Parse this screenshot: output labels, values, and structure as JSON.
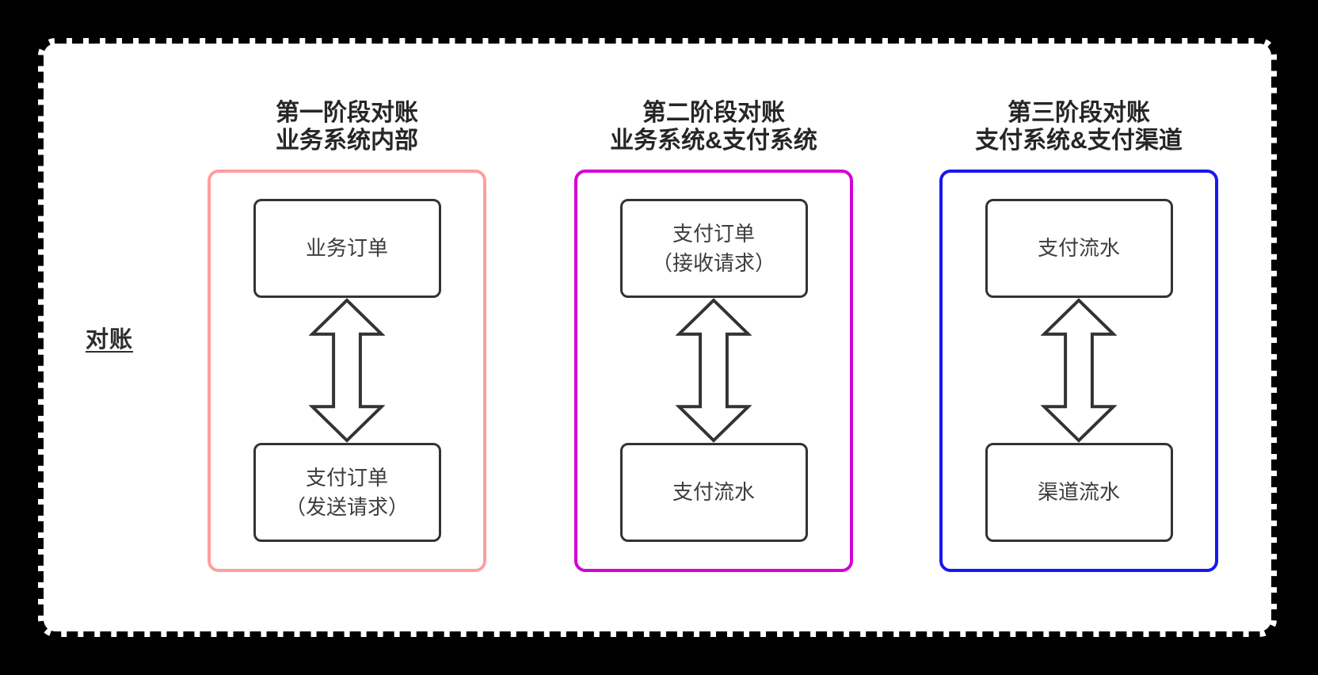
{
  "page": {
    "background_color": "#000000",
    "panel_background_color": "#ffffff",
    "panel_border_style": "dashed-black"
  },
  "left_label": "对账",
  "node_border_color": "#333333",
  "stages": [
    {
      "title_line1": "第一阶段对账",
      "title_line2": "业务系统内部",
      "frame_color": "#FF9E9E",
      "top_node": {
        "line1": "业务订单",
        "line2": ""
      },
      "bottom_node": {
        "line1": "支付订单",
        "line2": "（发送请求）"
      }
    },
    {
      "title_line1": "第二阶段对账",
      "title_line2": "业务系统&支付系统",
      "frame_color": "#D400D4",
      "top_node": {
        "line1": "支付订单",
        "line2": "（接收请求）"
      },
      "bottom_node": {
        "line1": "支付流水",
        "line2": ""
      }
    },
    {
      "title_line1": "第三阶段对账",
      "title_line2": "支付系统&支付渠道",
      "frame_color": "#1717F0",
      "top_node": {
        "line1": "支付流水",
        "line2": ""
      },
      "bottom_node": {
        "line1": "渠道流水",
        "line2": ""
      }
    }
  ],
  "icons": {
    "arrow": "double-headed-vertical-arrow"
  }
}
